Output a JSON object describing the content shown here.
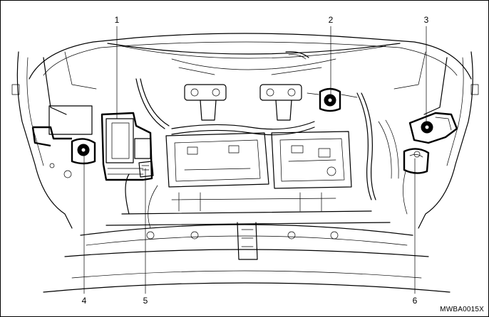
{
  "callouts": [
    {
      "label": "1",
      "target": "fuse-relay-box"
    },
    {
      "label": "2",
      "target": "reservoir-cap-center"
    },
    {
      "label": "3",
      "target": "reservoir-cap-right"
    },
    {
      "label": "4",
      "target": "reservoir-cap-left"
    },
    {
      "label": "5",
      "target": "connector-bracket"
    },
    {
      "label": "6",
      "target": "coolant-tank"
    }
  ],
  "figure_code": "MWBA0015X"
}
